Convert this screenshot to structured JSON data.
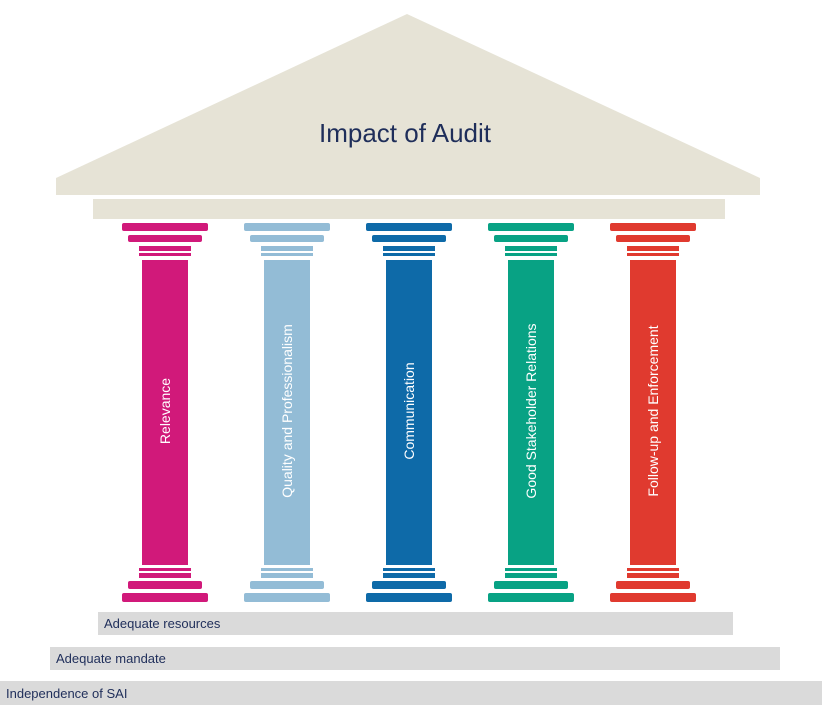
{
  "title": "Impact of Audit",
  "pillars": [
    {
      "label": "Relevance",
      "color": "#d1197a"
    },
    {
      "label": "Quality and Professionalism",
      "color": "#93bcd6"
    },
    {
      "label": "Communication",
      "color": "#0e6aa8"
    },
    {
      "label": "Good Stakeholder Relations",
      "color": "#08a284"
    },
    {
      "label": "Follow-up and Enforcement",
      "color": "#e03a2f"
    }
  ],
  "foundation": [
    "Adequate resources",
    "Adequate mandate",
    "Independence of SAI"
  ],
  "colors": {
    "roof": "#e6e3d6",
    "step": "#dadada",
    "title_text": "#1f2e5a"
  }
}
